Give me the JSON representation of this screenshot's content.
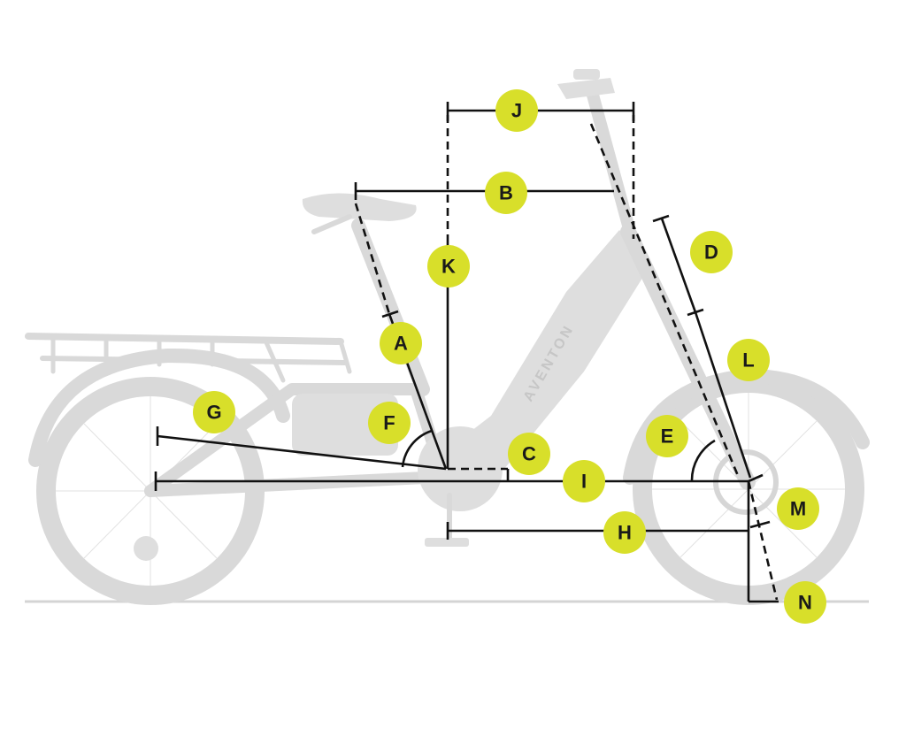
{
  "brand_text": "AVENTON",
  "colors": {
    "label_fill": "#d8df2a",
    "line": "#111111",
    "bike": "#dcdcdc"
  },
  "labels": {
    "A": "A",
    "B": "B",
    "C": "C",
    "D": "D",
    "E": "E",
    "F": "F",
    "G": "G",
    "H": "H",
    "I": "I",
    "J": "J",
    "K": "K",
    "L": "L",
    "M": "M",
    "N": "N"
  }
}
